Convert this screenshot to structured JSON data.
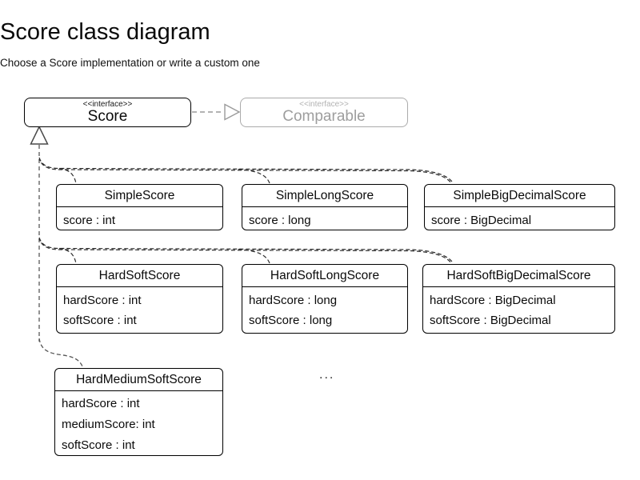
{
  "diagram": {
    "title": "Score class diagram",
    "subtitle": "Choose a Score implementation or write a custom one",
    "ellipsis": "..."
  },
  "interfaces": [
    {
      "stereotype": "<<interface>>",
      "name": "Score"
    },
    {
      "stereotype": "<<interface>>",
      "name": "Comparable"
    }
  ],
  "classes": [
    {
      "name": "SimpleScore",
      "attributes": [
        "score : int"
      ]
    },
    {
      "name": "SimpleLongScore",
      "attributes": [
        "score : long"
      ]
    },
    {
      "name": "SimpleBigDecimalScore",
      "attributes": [
        "score : BigDecimal"
      ]
    },
    {
      "name": "HardSoftScore",
      "attributes": [
        "hardScore : int",
        "softScore : int"
      ]
    },
    {
      "name": "HardSoftLongScore",
      "attributes": [
        "hardScore : long",
        "softScore : long"
      ]
    },
    {
      "name": "HardSoftBigDecimalScore",
      "attributes": [
        "hardScore : BigDecimal",
        "softScore : BigDecimal"
      ]
    },
    {
      "name": "HardMediumSoftScore",
      "attributes": [
        "hardScore : int",
        "mediumScore: int",
        "softScore : int"
      ]
    }
  ],
  "colors": {
    "class_border": "#000000",
    "muted_gray": "#ababab",
    "connector_dark": "#2c2c2c",
    "connector_gray": "#6e6e6e"
  }
}
